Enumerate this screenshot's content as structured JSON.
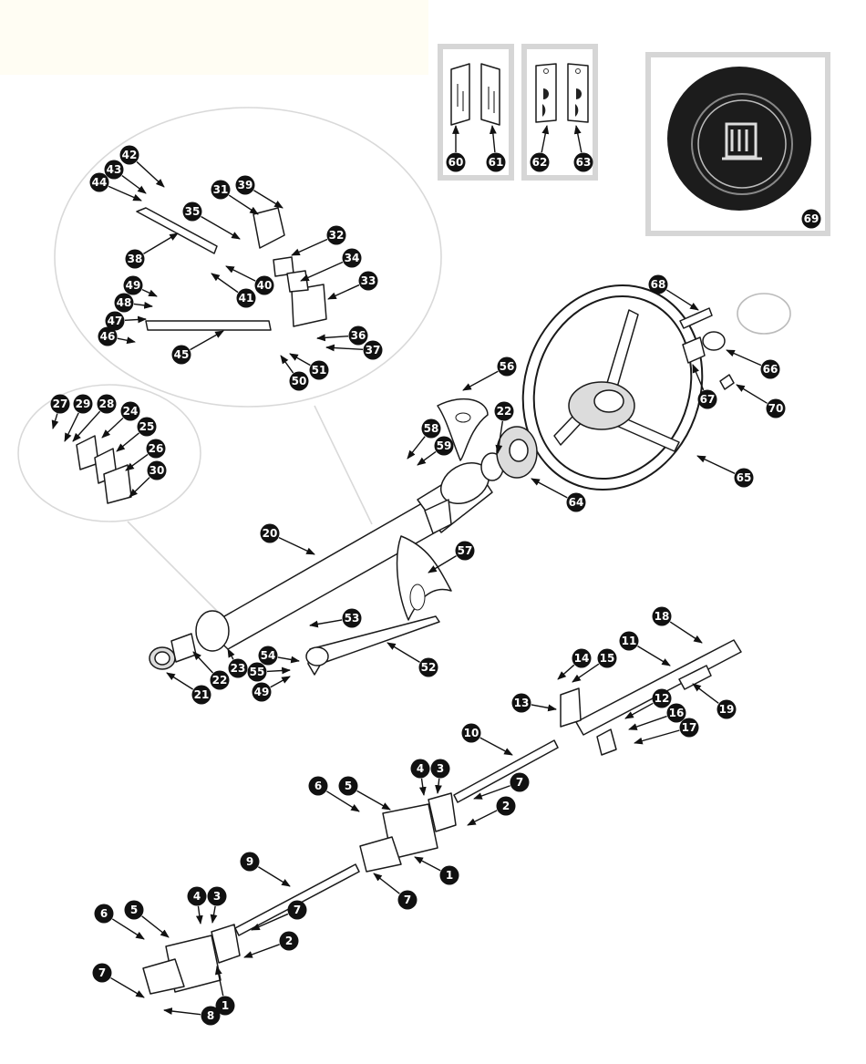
{
  "labels": {
    "1a": "1",
    "1b": "1",
    "2a": "2",
    "2b": "2",
    "3a": "3",
    "3b": "3",
    "4a": "4",
    "4b": "4",
    "5a": "5",
    "5b": "5",
    "6a": "6",
    "6b": "6",
    "7a": "7",
    "7b": "7",
    "7c": "7",
    "7d": "7",
    "8": "8",
    "9": "9",
    "10": "10",
    "11": "11",
    "12": "12",
    "13": "13",
    "14": "14",
    "15": "15",
    "16": "16",
    "17": "17",
    "18": "18",
    "19": "19",
    "20": "20",
    "21": "21",
    "22a": "22",
    "22b": "22",
    "23": "23",
    "24": "24",
    "25": "25",
    "26": "26",
    "27": "27",
    "28": "28",
    "29": "29",
    "30": "30",
    "31": "31",
    "32": "32",
    "33": "33",
    "34": "34",
    "35": "35",
    "36": "36",
    "37": "37",
    "38": "38",
    "39": "39",
    "40": "40",
    "41": "41",
    "42": "42",
    "43": "43",
    "44": "44",
    "45": "45",
    "46": "46",
    "47": "47",
    "48": "48",
    "49a": "49",
    "49b": "49",
    "50": "50",
    "51": "51",
    "52": "52",
    "53": "53",
    "54": "54",
    "55": "55",
    "56": "56",
    "57": "57",
    "58": "58",
    "59": "59",
    "60": "60",
    "61": "61",
    "62": "62",
    "63": "63",
    "64": "64",
    "65": "65",
    "66": "66",
    "67": "67",
    "68": "68",
    "69": "69",
    "70": "70"
  },
  "colors": {
    "badge": "#111111",
    "badge_text": "#ffffff",
    "line": "#1a1a1a",
    "inset_frame": "#d6d6d6",
    "callout_outline": "#d9d9d9",
    "horn_button": "#1c1c1c",
    "top_strip": "#fffdf3"
  }
}
